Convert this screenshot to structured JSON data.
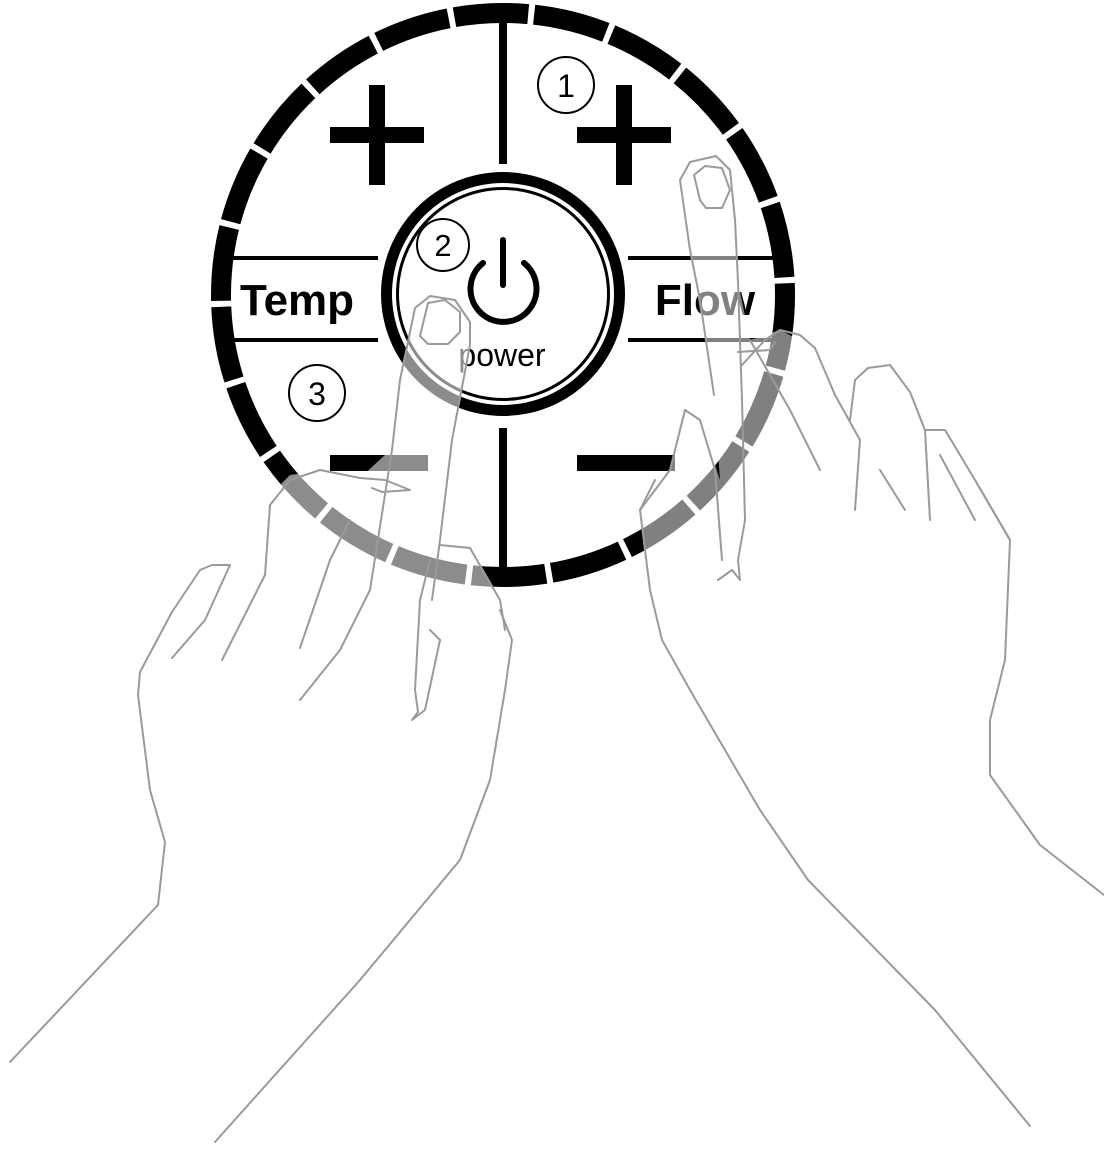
{
  "control": {
    "temp_label": "Temp",
    "flow_label": "Flow",
    "power_label": "power",
    "plus_symbol": "+",
    "minus_symbol": "—"
  },
  "steps": [
    {
      "number": "1",
      "target": "flow-plus"
    },
    {
      "number": "2",
      "target": "power"
    },
    {
      "number": "3",
      "target": "temp-minus"
    }
  ],
  "colors": {
    "ink": "#000000",
    "hand_outline": "#9a9a9a",
    "hand_overlay": "rgba(255,255,255,0.55)",
    "background": "#ffffff"
  },
  "icons": {
    "power": "power-icon",
    "step_marker": "circled-number-icon"
  }
}
